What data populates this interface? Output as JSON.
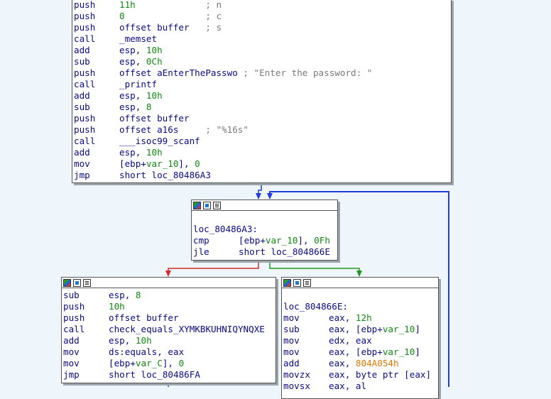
{
  "block_top": {
    "lines": [
      {
        "mn": "push",
        "op": "11h",
        "cmt": "; n"
      },
      {
        "mn": "push",
        "op": "0",
        "cmt": "; c"
      },
      {
        "mn": "push",
        "op": "offset buffer",
        "cmt": "; s"
      },
      {
        "mn": "call",
        "op": "_memset",
        "cmt": ""
      },
      {
        "mn": "add",
        "op": "esp, 10h",
        "cmt": ""
      },
      {
        "mn": "sub",
        "op": "esp, 0Ch",
        "cmt": ""
      },
      {
        "mn": "push",
        "op": "offset aEnterThePasswo",
        "cmt": "; \"Enter the password: \""
      },
      {
        "mn": "call",
        "op": "_printf",
        "cmt": ""
      },
      {
        "mn": "add",
        "op": "esp, 10h",
        "cmt": ""
      },
      {
        "mn": "sub",
        "op": "esp, 8",
        "cmt": ""
      },
      {
        "mn": "push",
        "op": "offset buffer",
        "cmt": ""
      },
      {
        "mn": "push",
        "op": "offset a16s",
        "cmt": "; \"%16s\""
      },
      {
        "mn": "call",
        "op": "___isoc99_scanf",
        "cmt": ""
      },
      {
        "mn": "add",
        "op": "esp, 10h",
        "cmt": ""
      },
      {
        "mn": "mov",
        "op": "[ebp+var_10], 0",
        "cmt": ""
      },
      {
        "mn": "jmp",
        "op": "short loc_80486A3",
        "cmt": ""
      }
    ]
  },
  "block_mid": {
    "label": "loc_80486A3:",
    "lines": [
      {
        "mn": "cmp",
        "op": "[ebp+var_10], 0Fh",
        "cmt": ""
      },
      {
        "mn": "jle",
        "op": "short loc_804866E",
        "cmt": ""
      }
    ]
  },
  "block_left": {
    "lines": [
      {
        "mn": "sub",
        "op": "esp, 8",
        "cmt": ""
      },
      {
        "mn": "push",
        "op": "10h",
        "cmt": ""
      },
      {
        "mn": "push",
        "op": "offset buffer",
        "cmt": ""
      },
      {
        "mn": "call",
        "op": "check_equals_XYMKBKUHNIQYNQXE",
        "cmt": ""
      },
      {
        "mn": "add",
        "op": "esp, 10h",
        "cmt": ""
      },
      {
        "mn": "mov",
        "op": "ds:equals, eax",
        "cmt": ""
      },
      {
        "mn": "mov",
        "op": "[ebp+var_C], 0",
        "cmt": ""
      },
      {
        "mn": "jmp",
        "op": "short loc_80486FA",
        "cmt": ""
      }
    ]
  },
  "block_right": {
    "label": "loc_804866E:",
    "lines": [
      {
        "mn": "mov",
        "op": "eax, 12h",
        "cmt": ""
      },
      {
        "mn": "sub",
        "op": "eax, [ebp+var_10]",
        "cmt": ""
      },
      {
        "mn": "mov",
        "op": "edx, eax",
        "cmt": ""
      },
      {
        "mn": "mov",
        "op": "eax, [ebp+var_10]",
        "cmt": ""
      },
      {
        "mn": "add",
        "op": "eax, 804A054h",
        "cmt": ""
      },
      {
        "mn": "movzx",
        "op": "eax, byte ptr [eax]",
        "cmt": ""
      },
      {
        "mn": "movsx",
        "op": "eax, al",
        "cmt": ""
      }
    ]
  },
  "colors": {
    "edge_jump": "#1f3fd6",
    "edge_true": "#1e9a1e",
    "edge_false": "#d42a2a",
    "mnemonic": "#0a0a8c",
    "number": "#0e8a0e",
    "address": "#e07800",
    "comment": "#7a7a7a"
  }
}
